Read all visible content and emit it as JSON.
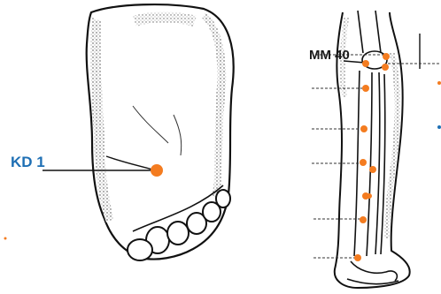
{
  "labels": {
    "kd1": "KD 1",
    "mm40": "MM 40"
  },
  "colors": {
    "point": "#f47c20",
    "kd_label": "#1e6fb4",
    "ink": "#1a1a1a",
    "background": "#ffffff"
  },
  "figures": {
    "left": "foot-sole-drawing",
    "right": "leg-skeleton-drawing"
  },
  "points": {
    "foot": 1,
    "leg": 11
  }
}
